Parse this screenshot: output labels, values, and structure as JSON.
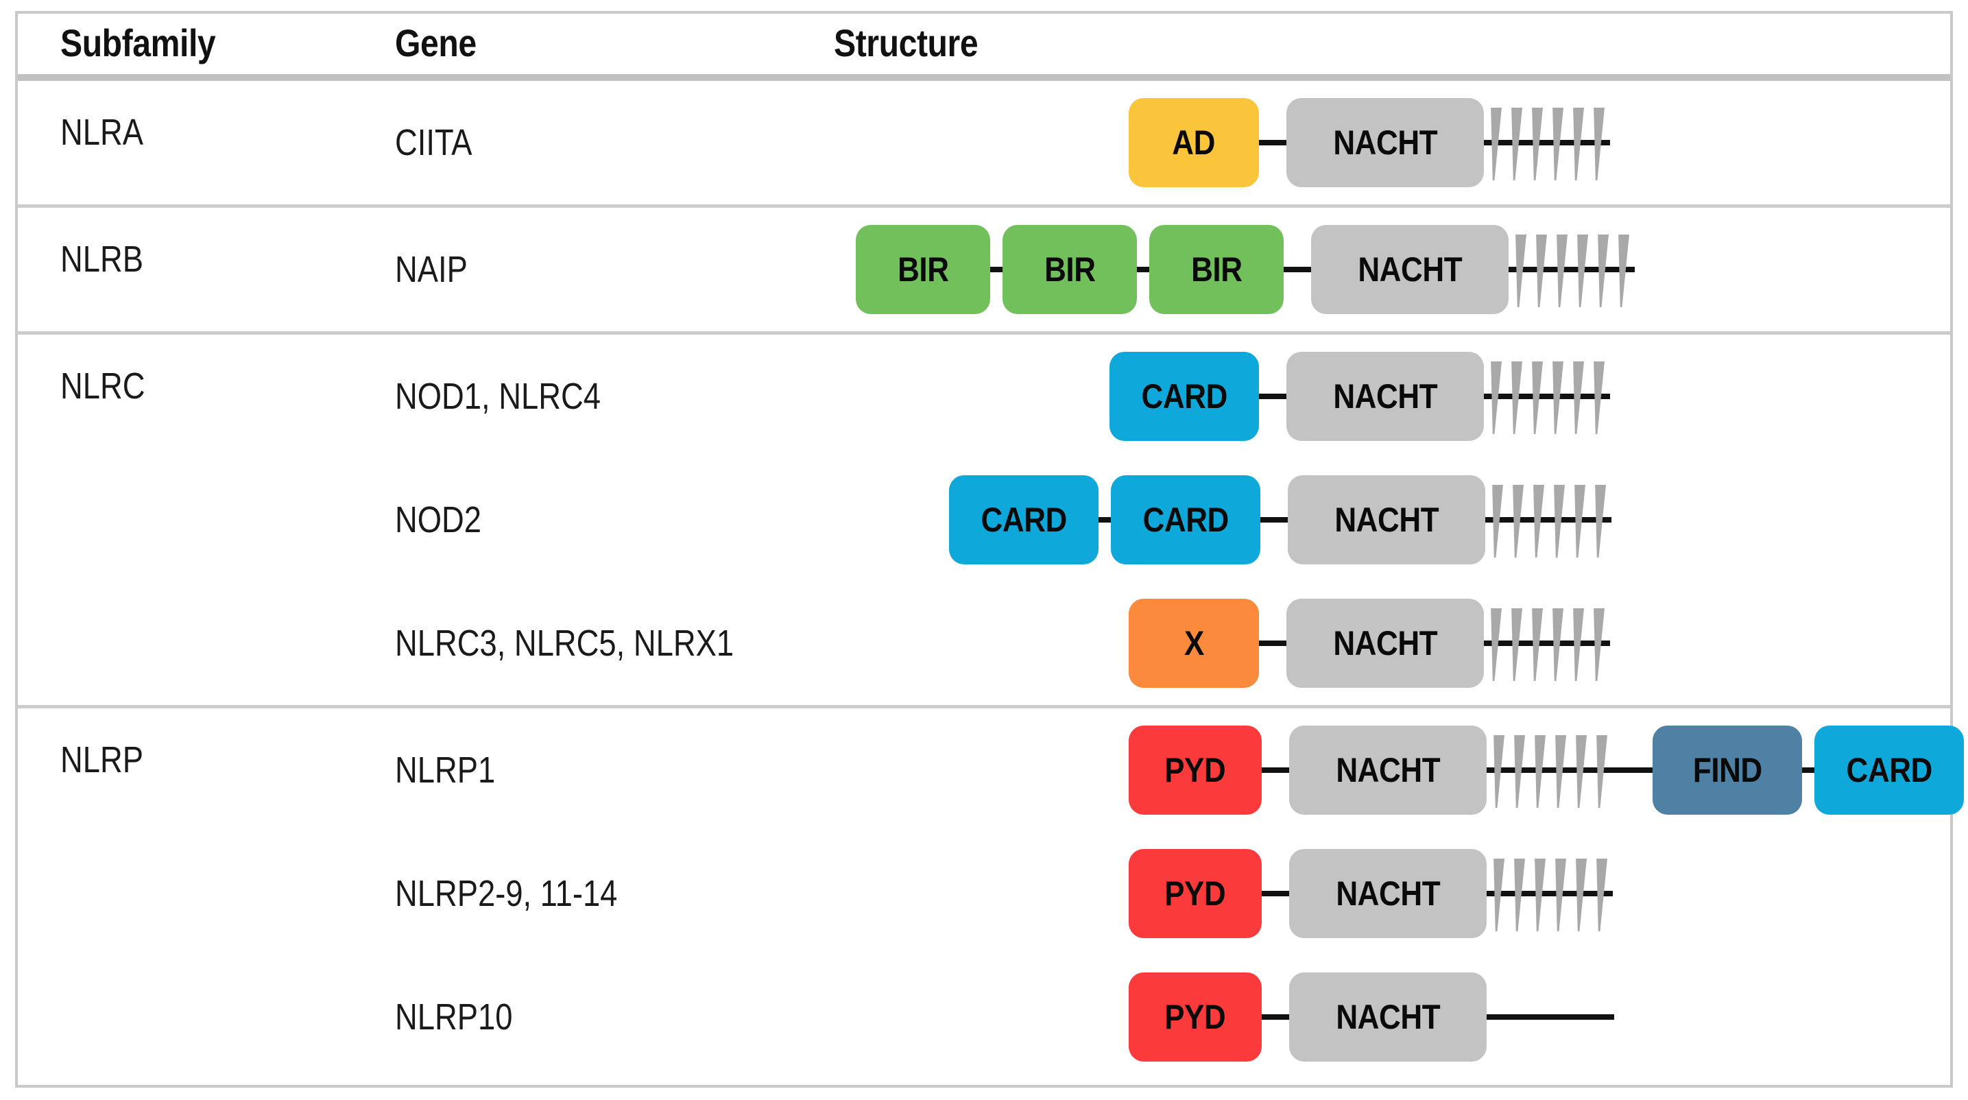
{
  "table": {
    "headers": {
      "subfamily": "Subfamily",
      "gene": "Gene",
      "structure": "Structure"
    },
    "colors": {
      "AD": "#FBC53B",
      "BIR": "#71C05C",
      "CARD": "#0FA8DA",
      "X": "#FB8A3C",
      "PYD": "#FB3B3B",
      "NACHT": "#C3C3C3",
      "FIND": "#4E81A3",
      "LRR": "#A8A8A8",
      "connector": "#111111",
      "border": "#C9C9C9",
      "header_rule": "#C1C1C1"
    },
    "groups": [
      {
        "subfamily": "NLRA",
        "rows": [
          {
            "gene": "CIITA",
            "domains": [
              "AD",
              "NACHT"
            ],
            "lrr": true,
            "lrr_count": 6,
            "tail": false
          }
        ]
      },
      {
        "subfamily": "NLRB",
        "rows": [
          {
            "gene": "NAIP",
            "domains": [
              "BIR",
              "BIR",
              "BIR",
              "NACHT"
            ],
            "lrr": true,
            "lrr_count": 6,
            "tail": false
          }
        ]
      },
      {
        "subfamily": "NLRC",
        "rows": [
          {
            "gene": "NOD1, NLRC4",
            "domains": [
              "CARD",
              "NACHT"
            ],
            "lrr": true,
            "lrr_count": 6,
            "tail": false
          },
          {
            "gene": "NOD2",
            "domains": [
              "CARD",
              "CARD",
              "NACHT"
            ],
            "lrr": true,
            "lrr_count": 6,
            "tail": false
          },
          {
            "gene": "NLRC3, NLRC5, NLRX1",
            "domains": [
              "X",
              "NACHT"
            ],
            "lrr": true,
            "lrr_count": 6,
            "tail": false
          }
        ]
      },
      {
        "subfamily": "NLRP",
        "rows": [
          {
            "gene": "NLRP1",
            "domains": [
              "PYD",
              "NACHT"
            ],
            "lrr": true,
            "lrr_count": 6,
            "trailing_domains": [
              "FIND",
              "CARD"
            ],
            "tail": false
          },
          {
            "gene": "NLRP2-9, 11-14",
            "domains": [
              "PYD",
              "NACHT"
            ],
            "lrr": true,
            "lrr_count": 6,
            "tail": false
          },
          {
            "gene": "NLRP10",
            "domains": [
              "PYD",
              "NACHT"
            ],
            "lrr": false,
            "lrr_count": 0,
            "tail": true
          }
        ]
      }
    ],
    "domain_labels": {
      "AD": "AD",
      "BIR": "BIR",
      "CARD": "CARD",
      "X": "X",
      "PYD": "PYD",
      "NACHT": "NACHT",
      "FIND": "FIND"
    }
  }
}
